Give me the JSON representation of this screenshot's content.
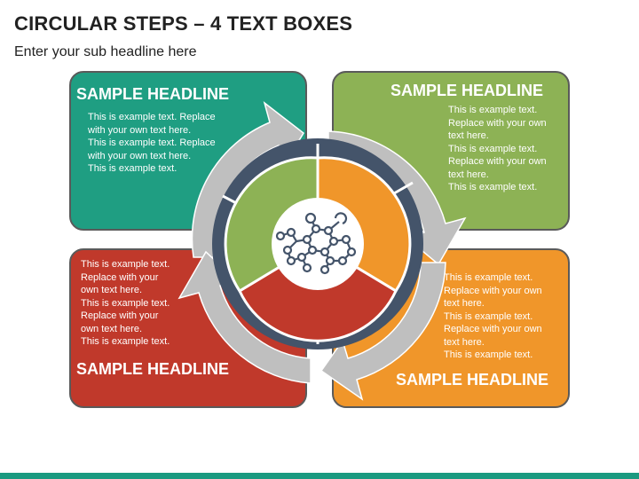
{
  "header": {
    "title": "CIRCULAR STEPS – 4 TEXT BOXES",
    "subtitle": "Enter your sub headline here"
  },
  "boxes": {
    "top_left": {
      "headline": "SAMPLE HEADLINE",
      "text": "This is example text. Replace\nwith your own text here.\nThis is example text. Replace\nwith your own text here.\nThis is example text.",
      "color": "#1f9e82"
    },
    "top_right": {
      "headline": "SAMPLE HEADLINE",
      "text": "This is example text.\nReplace with your own\ntext here.\nThis is example text.\nReplace with your own\ntext here.\nThis is example text.",
      "color": "#8db255"
    },
    "bottom_left": {
      "headline": "SAMPLE HEADLINE",
      "text": "This is example text.\nReplace with your\nown text here.\nThis is example text.\nReplace with your\nown text here.\nThis is example text.",
      "color": "#c0392b"
    },
    "bottom_right": {
      "headline": "SAMPLE HEADLINE",
      "text": "This is example text.\nReplace with your own\ntext here.\nThis is example text.\nReplace with your own\ntext here.\nThis is example text.",
      "color": "#f0962a"
    }
  },
  "diagram": {
    "center_icon": "molecule-network-icon",
    "ring_color": "#44546a",
    "arrow_color": "#bfbfbf",
    "segment_colors": [
      "#f0962a",
      "#c0392b",
      "#8db255"
    ],
    "accent_color": "#1a9a80"
  }
}
